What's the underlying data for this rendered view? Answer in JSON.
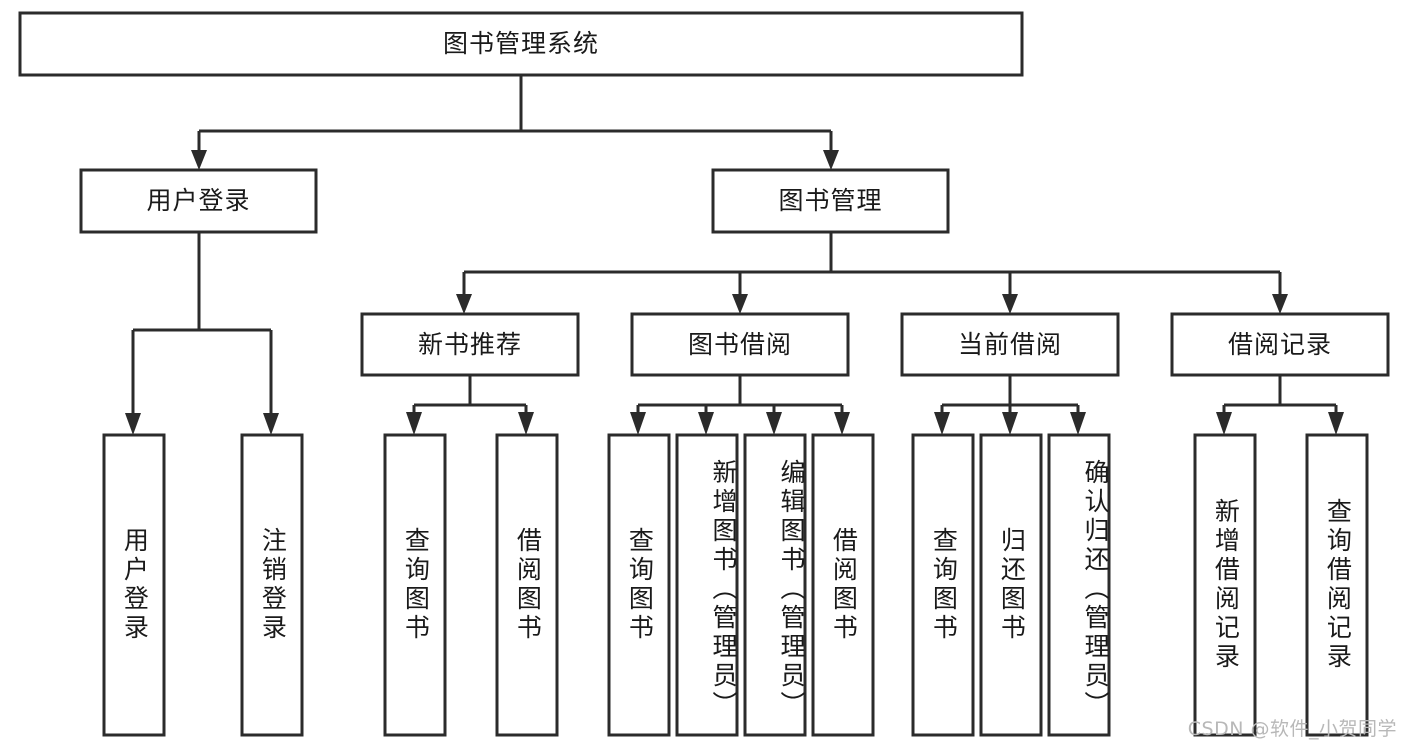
{
  "diagram": {
    "type": "tree-hierarchy",
    "title": "图书管理系统",
    "watermark": "CSDN @软件_小贺同学",
    "colors": {
      "box_stroke": "#2b2b2b",
      "box_fill": "#ffffff",
      "text": "#1a1a1a",
      "background": "#ffffff",
      "watermark_text": "#b8b8b8"
    },
    "levels": {
      "root": {
        "label": "图书管理系统"
      },
      "level2": [
        {
          "label": "用户登录"
        },
        {
          "label": "图书管理"
        }
      ],
      "level3": [
        {
          "label": "新书推荐"
        },
        {
          "label": "图书借阅"
        },
        {
          "label": "当前借阅"
        },
        {
          "label": "借阅记录"
        }
      ],
      "leaves": [
        {
          "label": "用户登录",
          "parent": "用户登录"
        },
        {
          "label": "注销登录",
          "parent": "用户登录"
        },
        {
          "label": "查询图书",
          "parent": "新书推荐"
        },
        {
          "label": "借阅图书",
          "parent": "新书推荐"
        },
        {
          "label": "查询图书",
          "parent": "图书借阅"
        },
        {
          "label": "新增图书（管理员）",
          "parent": "图书借阅"
        },
        {
          "label": "编辑图书（管理员）",
          "parent": "图书借阅"
        },
        {
          "label": "借阅图书",
          "parent": "图书借阅"
        },
        {
          "label": "查询图书",
          "parent": "当前借阅"
        },
        {
          "label": "归还图书",
          "parent": "当前借阅"
        },
        {
          "label": "确认归还（管理员）",
          "parent": "当前借阅"
        },
        {
          "label": "新增借阅记录",
          "parent": "借阅记录"
        },
        {
          "label": "查询借阅记录",
          "parent": "借阅记录"
        }
      ]
    }
  }
}
